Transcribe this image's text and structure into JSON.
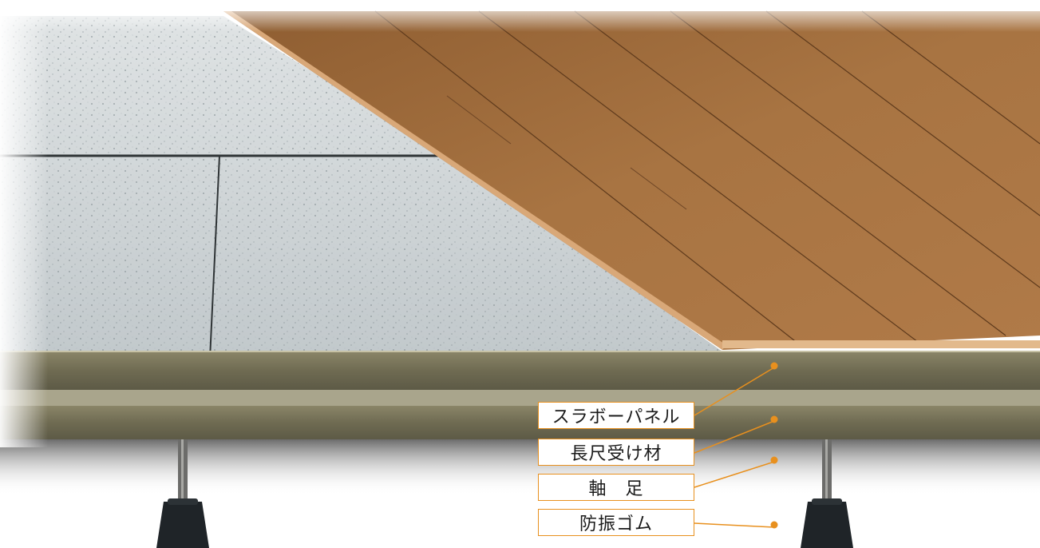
{
  "labels": [
    {
      "id": "slab-panel",
      "text": "スラボーパネル"
    },
    {
      "id": "long-batten",
      "text": "長尺受け材"
    },
    {
      "id": "leg-shaft",
      "text": "軸　足"
    },
    {
      "id": "rubber-pad",
      "text": "防振ゴム"
    }
  ],
  "colors": {
    "leader_line": "#e8901e",
    "panel_surface": "#c9cfd2",
    "panel_edge": "#7f7a5c",
    "wood_floor": "#9a6a3c",
    "rubber_foot": "#1f2428"
  }
}
